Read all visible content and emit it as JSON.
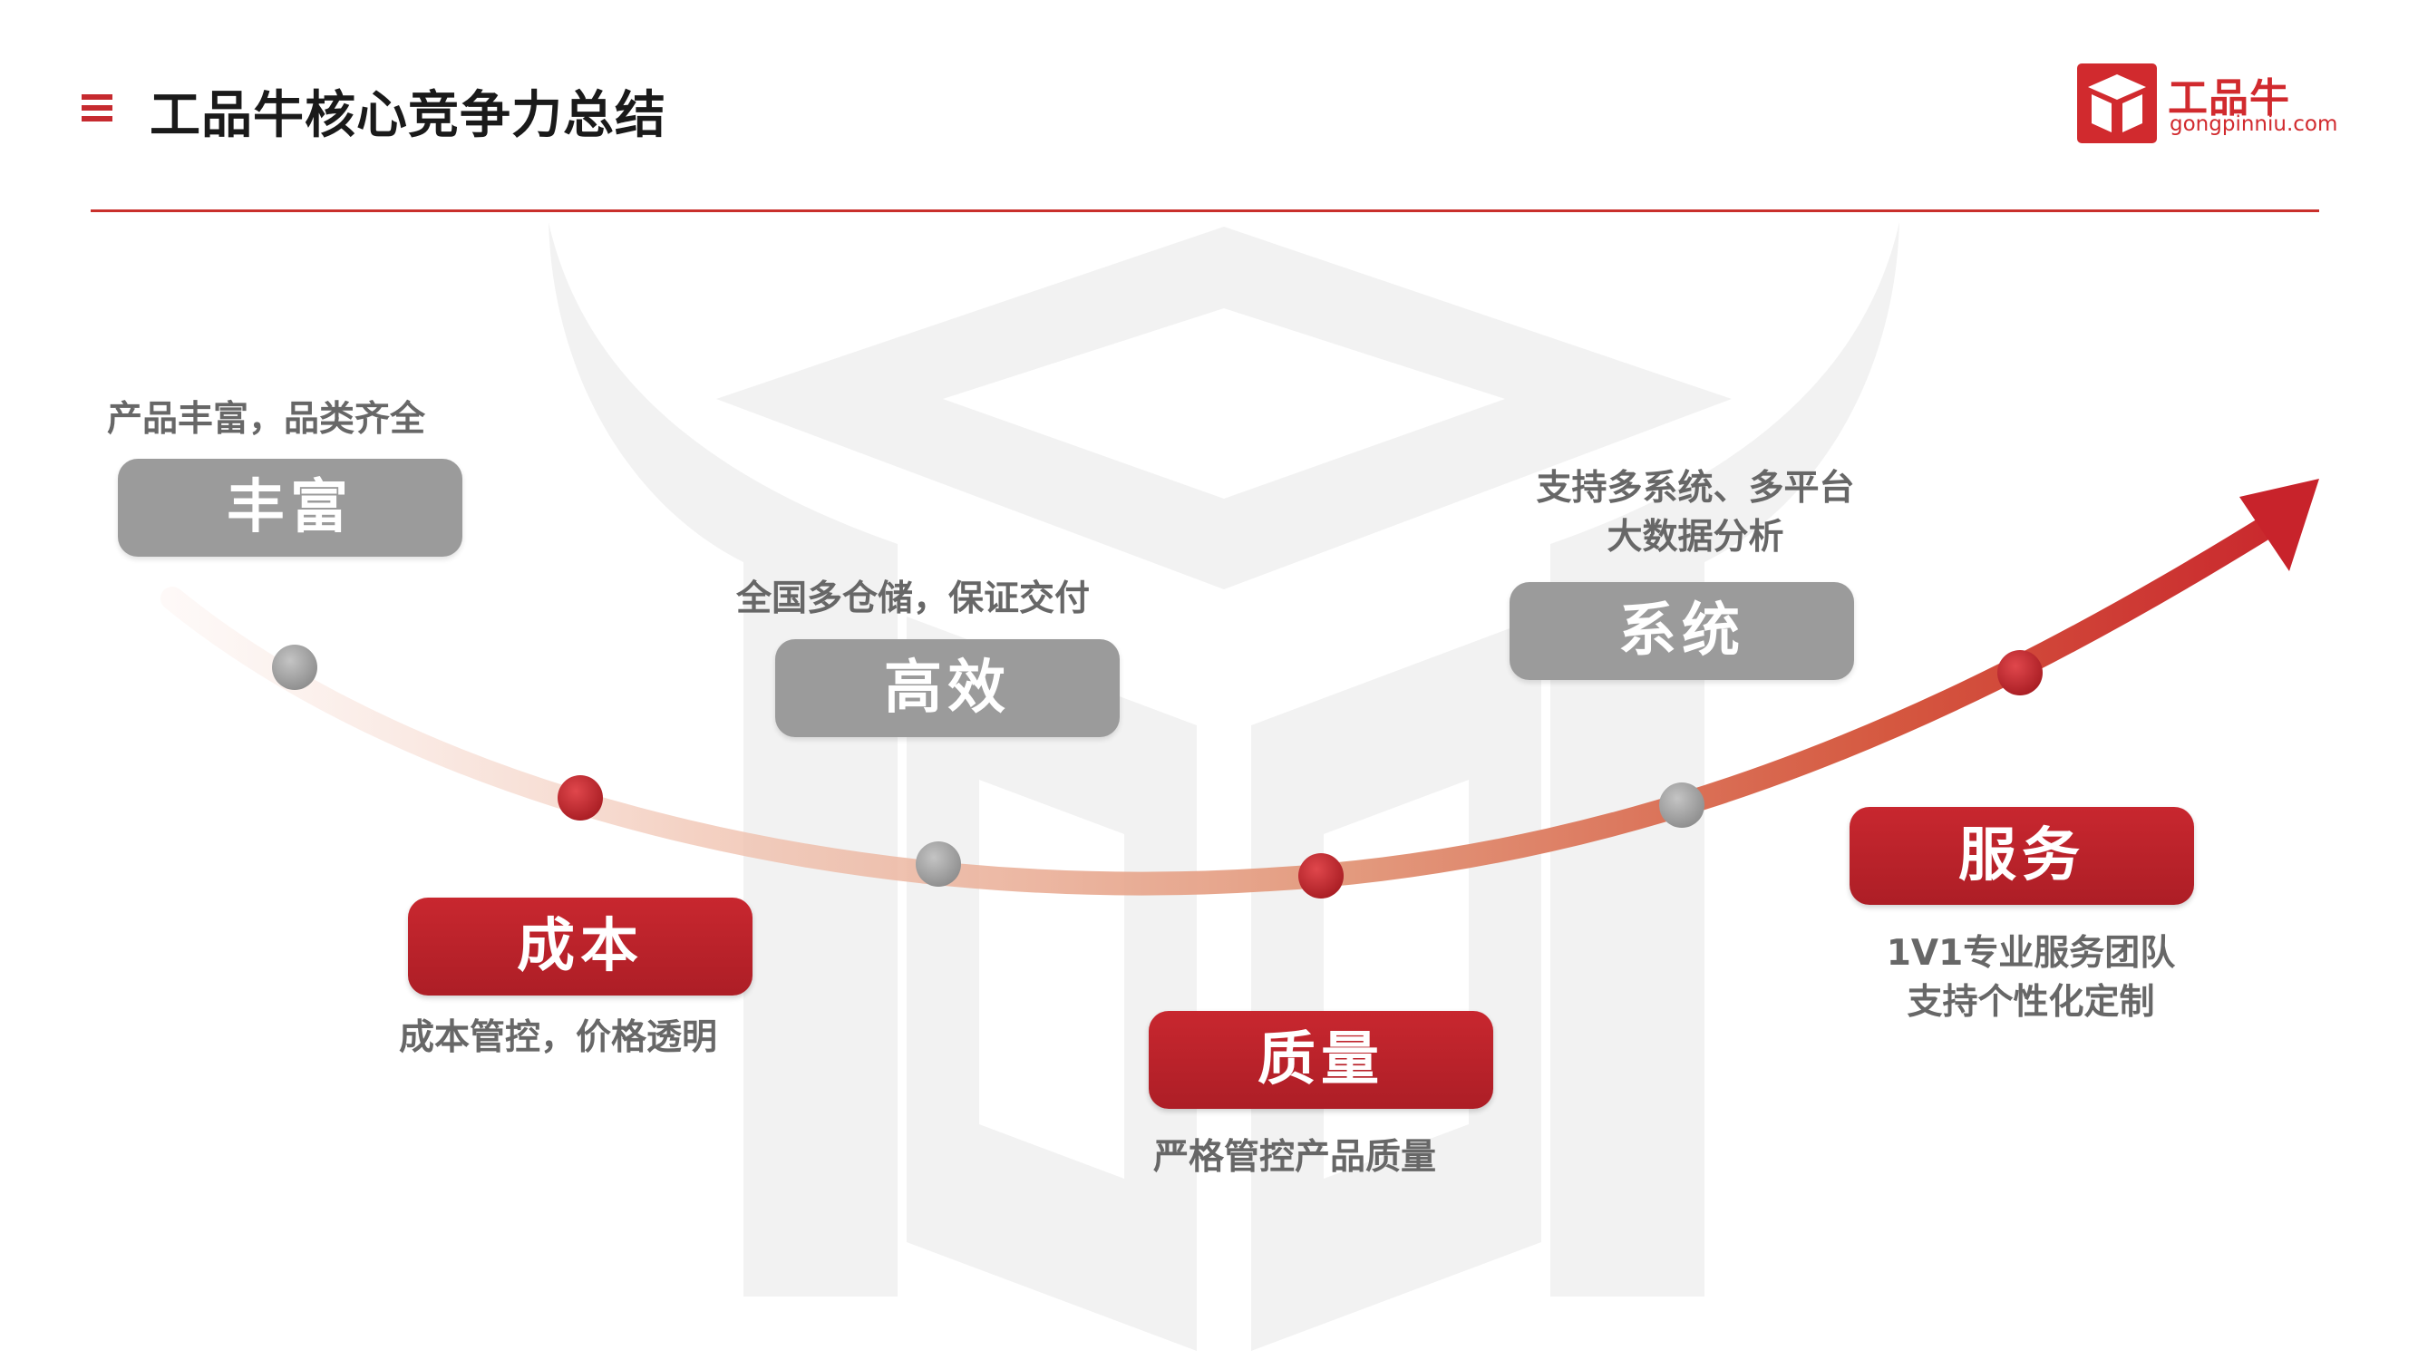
{
  "header": {
    "title": "工品牛核心竞争力总结",
    "menu_icon": "list-icon"
  },
  "logo": {
    "name": "工品牛",
    "url_text": "gongpinniu.com"
  },
  "colors": {
    "brand_red": "#c62a2f",
    "gray_pill": "#9b9b9b",
    "text_gray": "#676767"
  },
  "stages": [
    {
      "label": "丰富",
      "desc": [
        "产品丰富，品类齐全"
      ]
    },
    {
      "label": "成本",
      "desc": [
        "成本管控，价格透明"
      ]
    },
    {
      "label": "高效",
      "desc": [
        "全国多仓储，保证交付"
      ]
    },
    {
      "label": "质量",
      "desc": [
        "严格管控产品质量"
      ]
    },
    {
      "label": "系统",
      "desc": [
        "支持多系统、多平台",
        "大数据分析"
      ]
    },
    {
      "label": "服务",
      "desc": [
        "1V1专业服务团队",
        "支持个性化定制"
      ]
    }
  ]
}
